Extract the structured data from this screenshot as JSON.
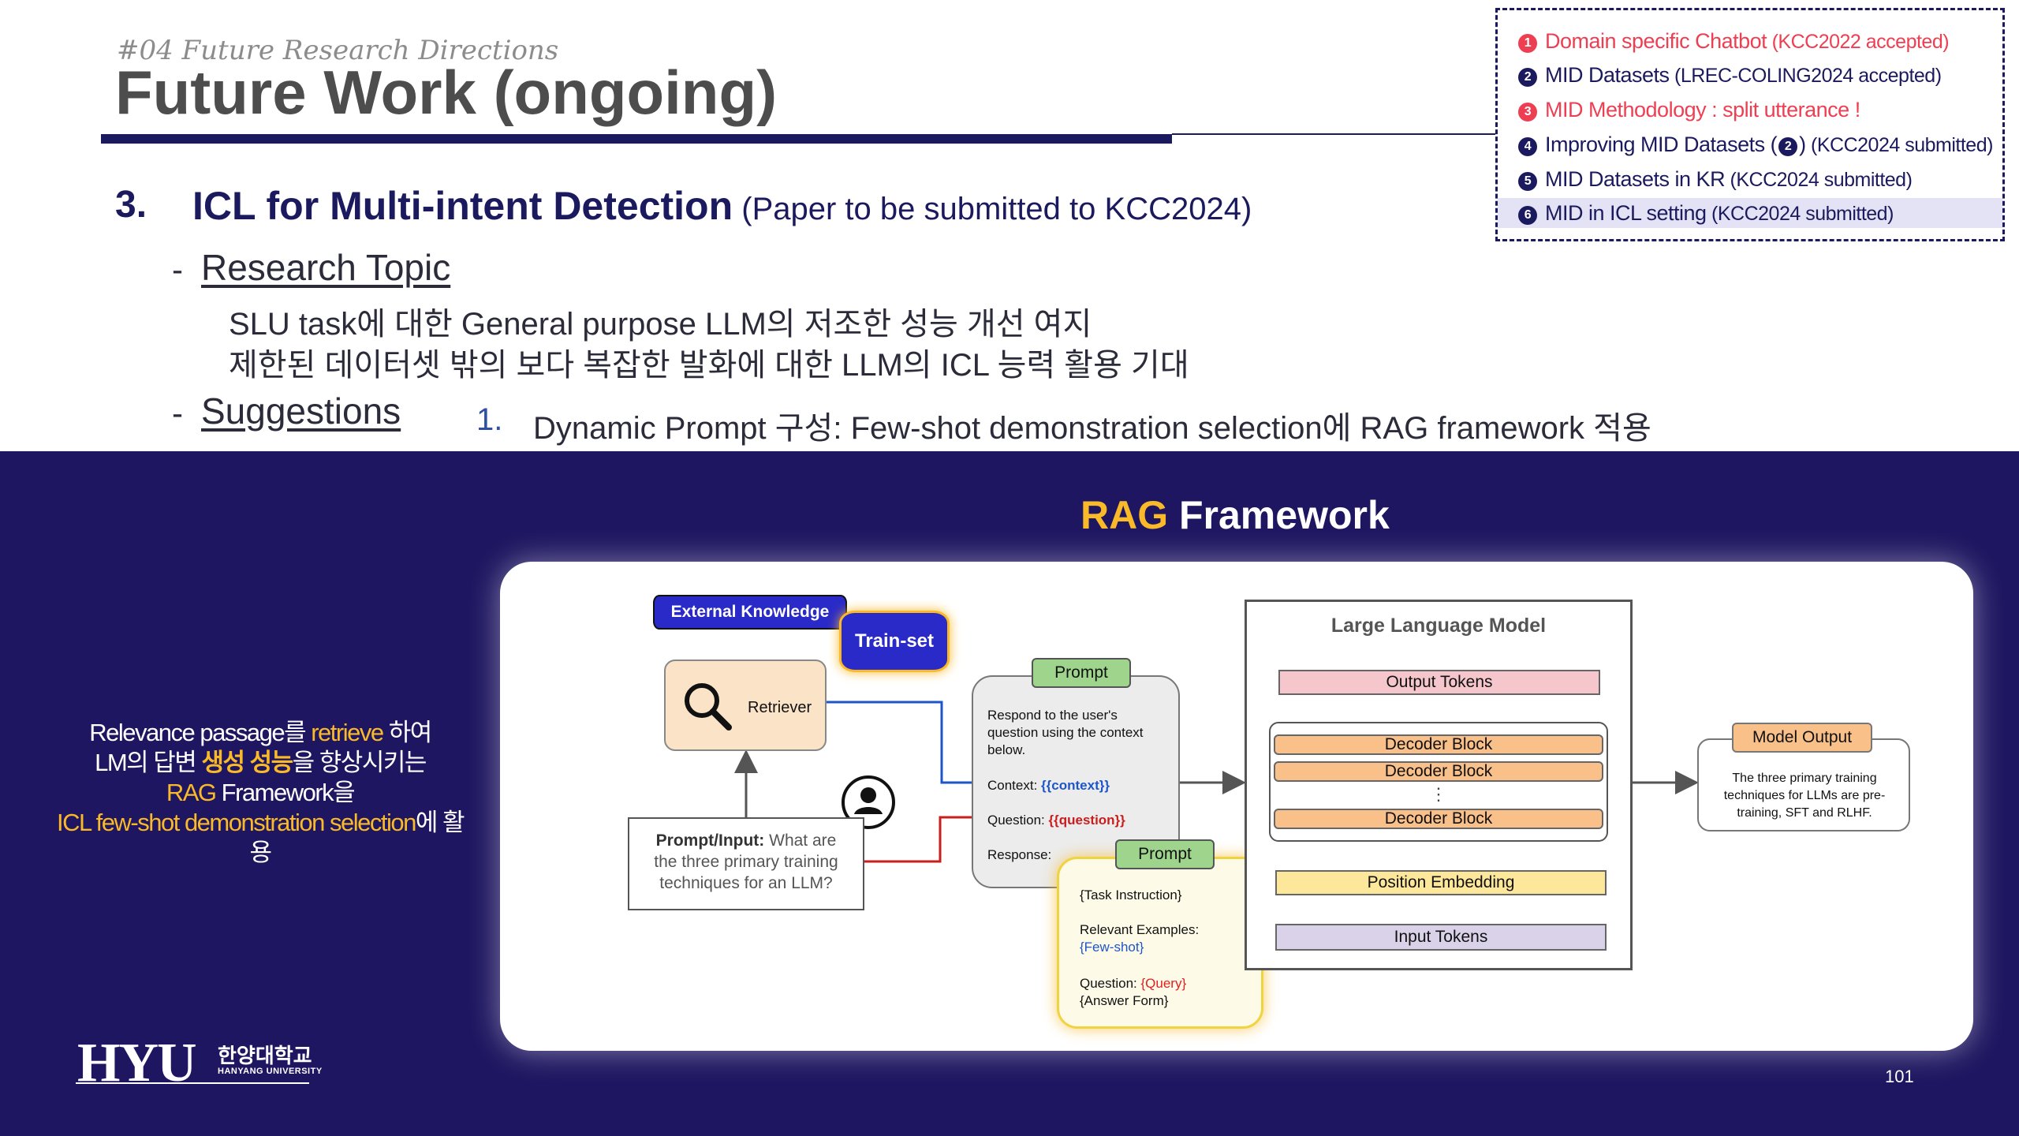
{
  "header": {
    "section": "#04 Future Research Directions",
    "title": "Future Work (ongoing)"
  },
  "side_panel": {
    "items": [
      {
        "num": "1",
        "main": "Domain specific Chatbot",
        "note": " (KCC2022 accepted)",
        "style": "red"
      },
      {
        "num": "2",
        "main": "MID Datasets",
        "note": " (LREC-COLING2024 accepted)",
        "style": "navy"
      },
      {
        "num": "3",
        "main": "MID Methodology : split utterance !",
        "note": "",
        "style": "red"
      },
      {
        "num": "4",
        "main": "Improving MID Datasets (",
        "ref": "2",
        "main_end": ")",
        "note": " (KCC2024 submitted)",
        "style": "navy"
      },
      {
        "num": "5",
        "main": "MID Datasets in KR",
        "note": " (KCC2024 submitted)",
        "style": "navy"
      },
      {
        "num": "6",
        "main": "MID in ICL setting",
        "note": " (KCC2024 submitted)",
        "style": "navy",
        "highlighted": true
      }
    ]
  },
  "section3": {
    "number": "3.",
    "title": "ICL for Multi-intent Detection",
    "note": " (Paper to be submitted to KCC2024)",
    "research_topic": {
      "dash": "-",
      "label": "Research Topic",
      "lines": [
        "SLU task에 대한 General purpose LLM의 저조한 성능 개선 여지",
        "제한된 데이터셋 밖의 보다 복잡한 발화에 대한 LLM의 ICL 능력 활용 기대"
      ]
    },
    "suggestions": {
      "dash": "-",
      "label": "Suggestions",
      "item_num": "1.",
      "item_text": "Dynamic Prompt 구성: Few-shot demonstration selection에 RAG framework 적용"
    }
  },
  "rag": {
    "title_accent": "RAG",
    "title_rest": " Framework",
    "caption": {
      "l1a": "Relevance passage",
      "l1b": "를 ",
      "l1c": "retrieve",
      "l1d": " 하여",
      "l2a": "LM의 답변 ",
      "l2b": "생성 성능",
      "l2c": "을 향상시키는",
      "l3a": "RAG",
      "l3b": " Framework을",
      "l4a": "ICL few-shot demonstration selection",
      "l4b": "에 활용"
    }
  },
  "diagram": {
    "external_knowledge": "External Knowledge",
    "train_set": "Train-set",
    "retriever": "Retriever",
    "prompt_input_bold": "Prompt/Input:",
    "prompt_input_text": " What are the three primary training techniques for an LLM?",
    "prompt_tag": "Prompt",
    "prompt_body": "Respond to the user's question using the context below.",
    "context_label": "Context: ",
    "context_var": "{{context}}",
    "question_label": "Question: ",
    "question_var": "{{question}}",
    "response_label": "Response:",
    "prompt2_tag": "Prompt",
    "task_instruction": "{Task Instruction}",
    "relevant_examples": "Relevant Examples:",
    "few_shot": "{Few-shot}",
    "question2_label": "Question: ",
    "query": "{Query}",
    "answer_form": "{Answer Form}",
    "llm_title": "Large Language Model",
    "output_tokens": "Output Tokens",
    "decoder_block": "Decoder Block",
    "vdots": "⋮",
    "position_embedding": "Position Embedding",
    "input_tokens": "Input Tokens",
    "model_output_tag": "Model Output",
    "model_output_text": "The three primary training techniques for LLMs are pre-training, SFT and RLHF."
  },
  "footer": {
    "logo_main": "HYU",
    "logo_ko": "한양대학교",
    "logo_en": "HANYANG UNIVERSITY",
    "page_number": "101"
  },
  "colors": {
    "navy": "#1c1a5e",
    "band": "#1e1660",
    "accent_yellow": "#f9b928",
    "accent_red": "#ee3f52"
  }
}
